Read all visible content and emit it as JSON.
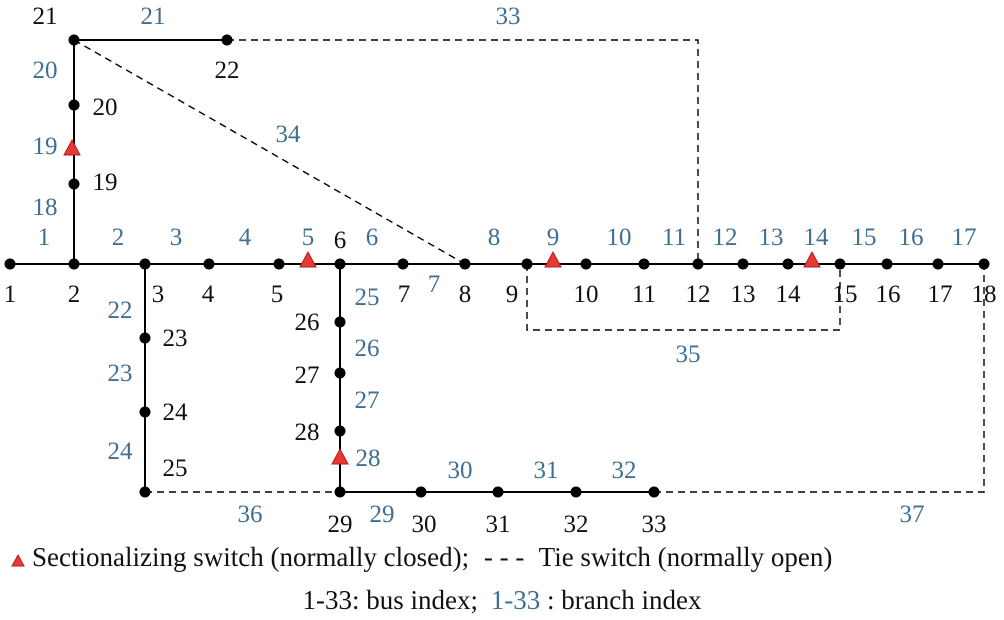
{
  "colors": {
    "bus": "#000000",
    "bus_label": "#111111",
    "branch_label": "#3f6f94",
    "switch": "#e53935",
    "switch_outline": "#b71c1c"
  },
  "buses": [
    "1",
    "2",
    "3",
    "4",
    "5",
    "6",
    "7",
    "8",
    "9",
    "10",
    "11",
    "12",
    "13",
    "14",
    "15",
    "16",
    "17",
    "18",
    "19",
    "20",
    "21",
    "22",
    "23",
    "24",
    "25",
    "26",
    "27",
    "28",
    "29",
    "30",
    "31",
    "32",
    "33"
  ],
  "branches": [
    "1",
    "2",
    "3",
    "4",
    "5",
    "6",
    "7",
    "8",
    "9",
    "10",
    "11",
    "12",
    "13",
    "14",
    "15",
    "16",
    "17",
    "18",
    "19",
    "20",
    "21",
    "22",
    "23",
    "24",
    "25",
    "26",
    "27",
    "28",
    "29",
    "30",
    "31",
    "32",
    "33",
    "34",
    "35",
    "36",
    "37"
  ],
  "sectionalizing_switch_branches": [
    "5",
    "9",
    "14",
    "19",
    "28"
  ],
  "tie_switch_branches": [
    "33",
    "34",
    "35",
    "36",
    "37"
  ],
  "legend": {
    "line1_switch": "Sectionalizing switch (normally closed);",
    "line1_tie_symbol": "- - -",
    "line1_tie": "Tie switch (normally open)",
    "line2_bus": "1-33: bus index;",
    "line2_branch_range": "1-33",
    "line2_branch_suffix": ": branch index"
  }
}
